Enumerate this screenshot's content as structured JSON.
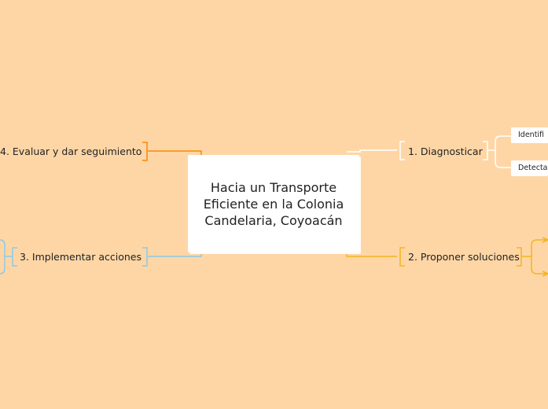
{
  "central": {
    "title": "Hacia un Transporte Eficiente en la Colonia Candelaria, Coyoacán"
  },
  "branches": [
    {
      "label": "1. Diagnosticar",
      "color": "#FFFFFF",
      "children": [
        "Identifi",
        "Detecta"
      ]
    },
    {
      "label": "2. Proponer soluciones",
      "color": "#F5B41E"
    },
    {
      "label": "3. Implementar acciones",
      "color": "#8CC8E8"
    },
    {
      "label": "4. Evaluar y dar seguimiento",
      "color": "#F58A07"
    }
  ]
}
